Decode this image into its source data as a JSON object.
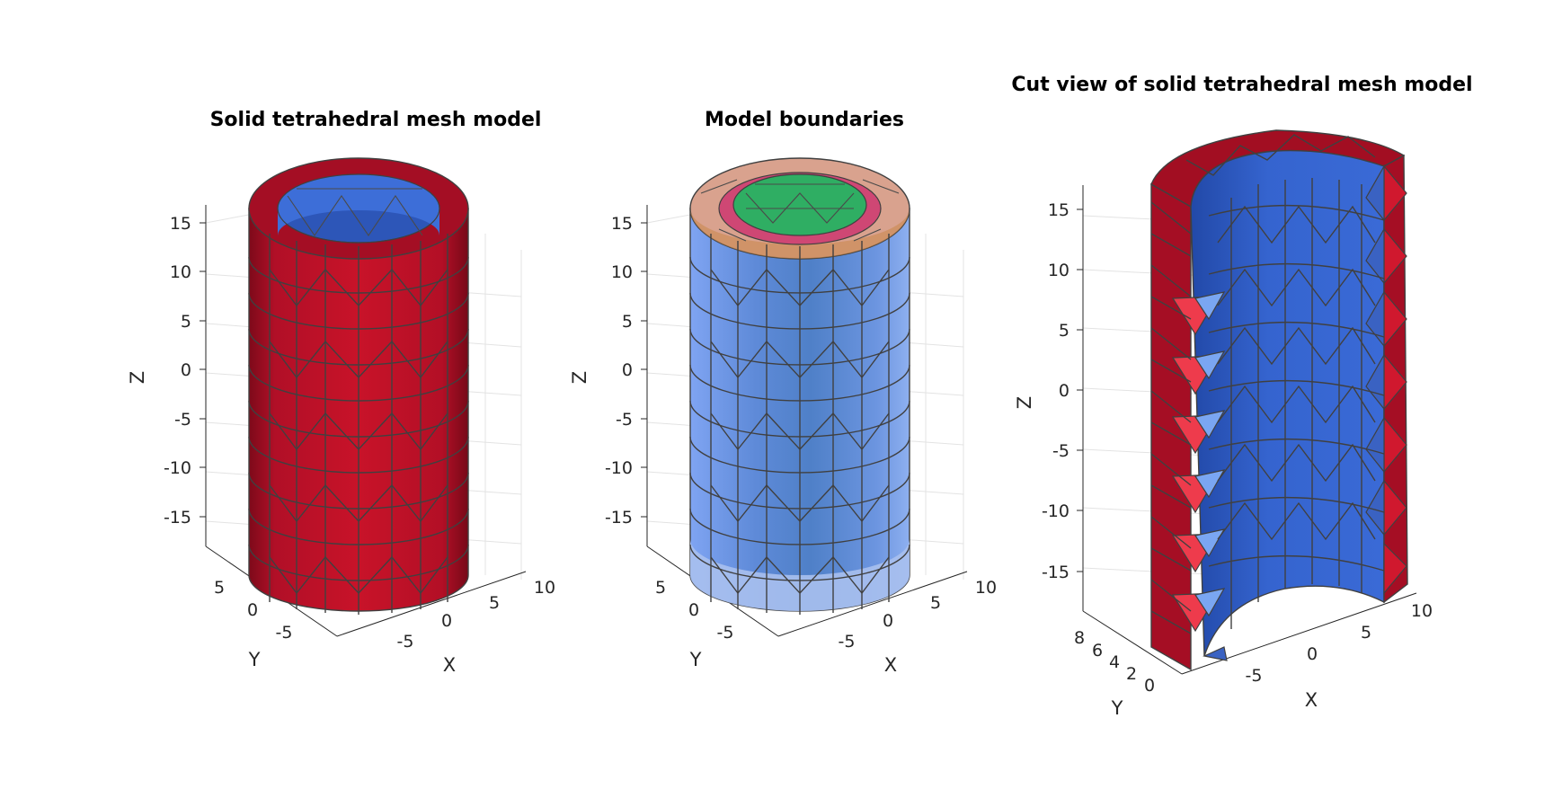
{
  "panels": [
    {
      "title": "Solid tetrahedral mesh model",
      "z_ticks": [
        "15",
        "10",
        "5",
        "0",
        "-5",
        "-10",
        "-15"
      ],
      "y_ticks": [
        "5",
        "0",
        "-5"
      ],
      "x_ticks": [
        "-5",
        "0",
        "5",
        "10"
      ],
      "xlabel": "X",
      "ylabel": "Y",
      "zlabel": "Z",
      "colors": {
        "body": "#c8102e",
        "inner": "#3a66d0"
      }
    },
    {
      "title": "Model boundaries",
      "z_ticks": [
        "15",
        "10",
        "5",
        "0",
        "-5",
        "-10",
        "-15"
      ],
      "y_ticks": [
        "5",
        "0",
        "-5"
      ],
      "x_ticks": [
        "-5",
        "0",
        "5",
        "10"
      ],
      "xlabel": "X",
      "ylabel": "Y",
      "zlabel": "Z",
      "colors": {
        "body": "#5c8ef0",
        "top_ring": "#d79a86",
        "inner_ring": "#cc3d6a",
        "inner_top": "#2aa860",
        "bottom": "#9fb6ea"
      }
    },
    {
      "title": "Cut view of solid tetrahedral mesh model",
      "z_ticks": [
        "15",
        "10",
        "5",
        "0",
        "-5",
        "-10",
        "-15"
      ],
      "y_ticks": [
        "8",
        "6",
        "4",
        "2",
        "0"
      ],
      "x_ticks": [
        "-5",
        "0",
        "5",
        "10"
      ],
      "xlabel": "X",
      "ylabel": "Y",
      "zlabel": "Z",
      "colors": {
        "body": "#a90f26",
        "inner": "#2e5fd2",
        "cut_red": "#ee3b4c",
        "cut_blue": "#7aa6f2"
      }
    }
  ]
}
